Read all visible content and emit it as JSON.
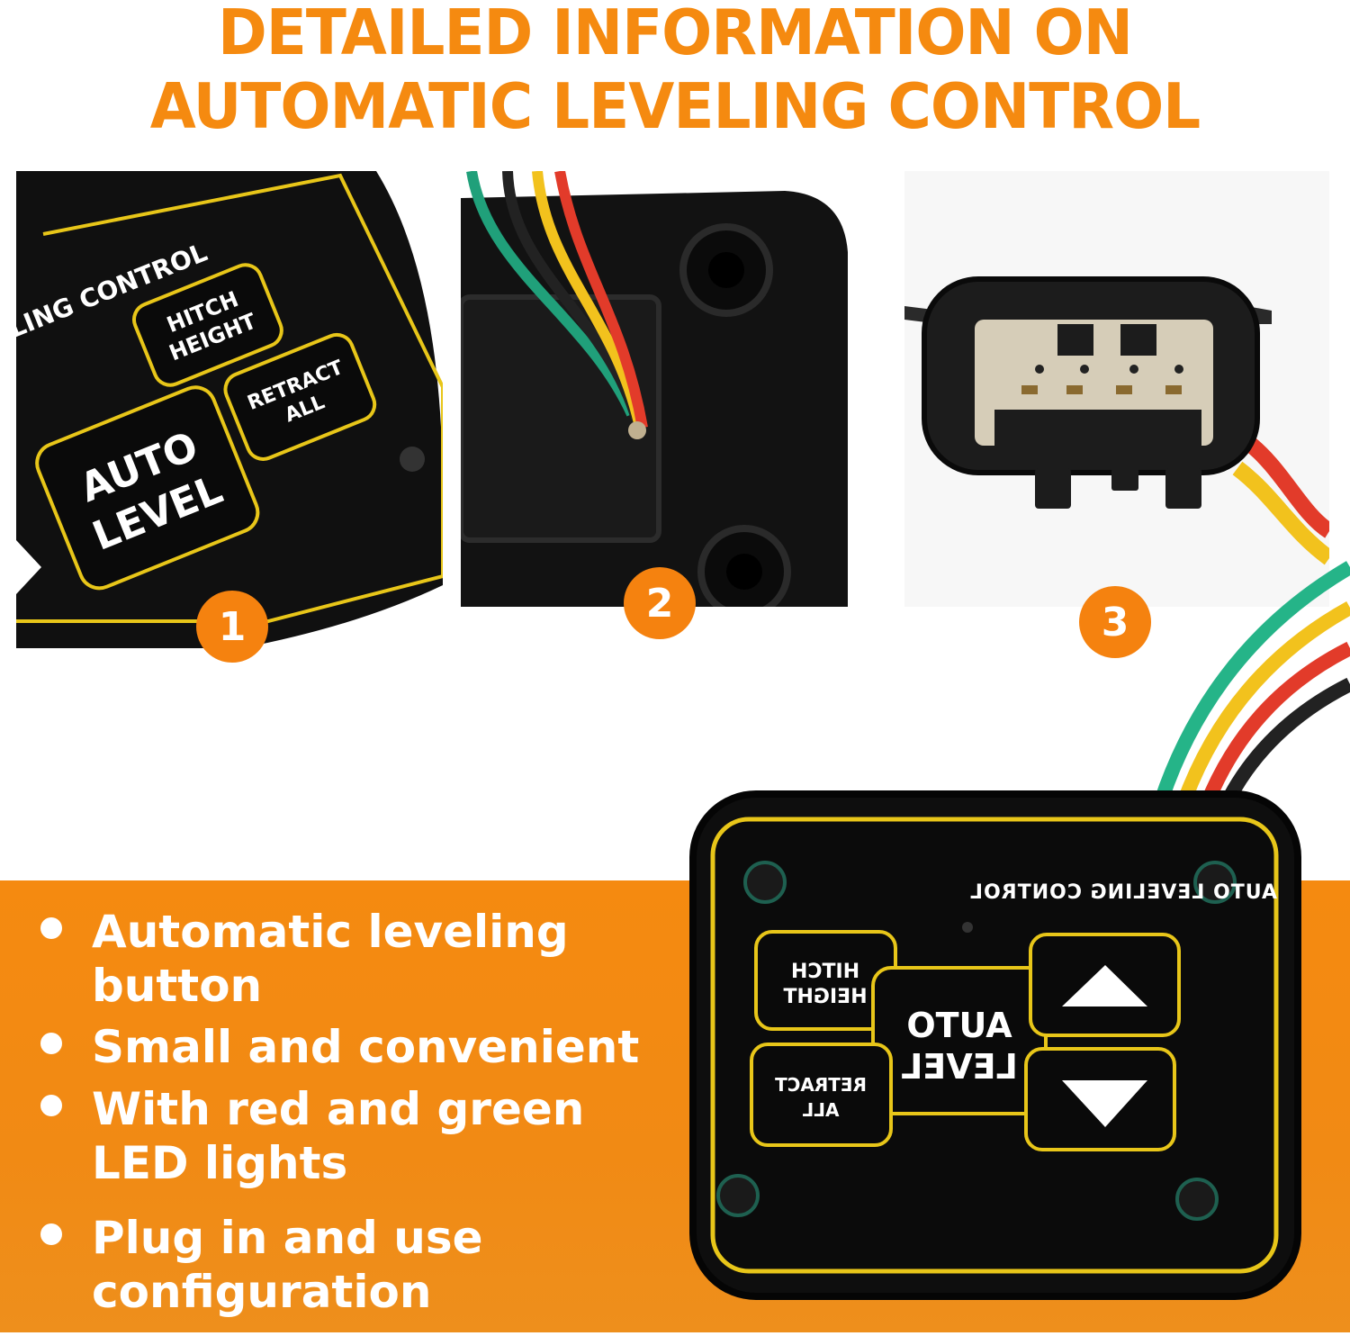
{
  "headline": {
    "line1": "DETAILED INFORMATION ON",
    "line2": "AUTOMATIC LEVELING CONTROL"
  },
  "photos": [
    {
      "badge": "1",
      "panel_text": "ELING CONTROL",
      "btn_hitch_1": "HITCH",
      "btn_hitch_2": "HEIGHT",
      "btn_auto_1": "AUTO",
      "btn_auto_2": "LEVEL",
      "btn_retract_1": "RETRACT",
      "btn_retract_2": "ALL"
    },
    {
      "badge": "2"
    },
    {
      "badge": "3"
    }
  ],
  "device": {
    "panel_title": "AUTO LEVELING CONTROL",
    "btn_hitch_1": "HITCH",
    "btn_hitch_2": "HEIGHT",
    "btn_auto_1": "AUTO",
    "btn_auto_2": "LEVEL",
    "btn_retract_1": "RETRACT",
    "btn_retract_2": "ALL"
  },
  "features": [
    "Automatic leveling button",
    "Small and convenient",
    "With red and green LED lights",
    "Plug in and use configuration"
  ],
  "colors": {
    "accent": "#f58a10",
    "panel": "#0d0d0d",
    "panel_outline": "#e8c619"
  }
}
